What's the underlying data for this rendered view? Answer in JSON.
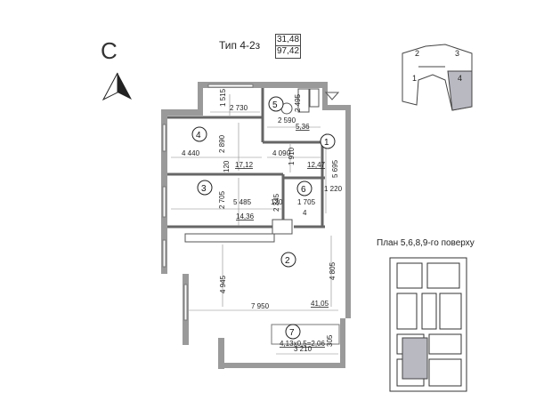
{
  "compass": {
    "letter": "С",
    "icon": "north-arrow-icon"
  },
  "plan": {
    "type_label": "Тип 4-2з",
    "living_area": "31,48",
    "total_area": "97,42"
  },
  "rooms": [
    {
      "num": "1",
      "area": "12,47"
    },
    {
      "num": "2",
      "area": "41,05"
    },
    {
      "num": "3",
      "area": "14,36"
    },
    {
      "num": "4",
      "area": "17,12"
    },
    {
      "num": "5",
      "area": "5,36"
    },
    {
      "num": "6",
      "area": "4"
    },
    {
      "num": "7",
      "area": "4,13x0,5=2,06"
    }
  ],
  "dimensions": {
    "d1515": "1 515",
    "d2730": "2 730",
    "d2495": "2 495",
    "d2590": "2 590",
    "d2890": "2 890",
    "d1910": "1 910",
    "d4440": "4 440",
    "d4090": "4 090",
    "d120a": "120",
    "d5695": "5 695",
    "d2345": "2 345",
    "d1220": "1 220",
    "d2705": "2 705",
    "d5485": "5 485",
    "d120b": "120",
    "d1705": "1 705",
    "d4945": "4 945",
    "d4805": "4 805",
    "d7950": "7 950",
    "d305": "305",
    "d3210": "3 210"
  },
  "key_plan": {
    "sections": [
      "1",
      "2",
      "3",
      "4"
    ],
    "highlighted": "4"
  },
  "floor_plan": {
    "caption": "План 5,6,8,9-го поверху"
  },
  "colors": {
    "wall": "#9a9a9a",
    "highlight": "#b9b9c2"
  }
}
